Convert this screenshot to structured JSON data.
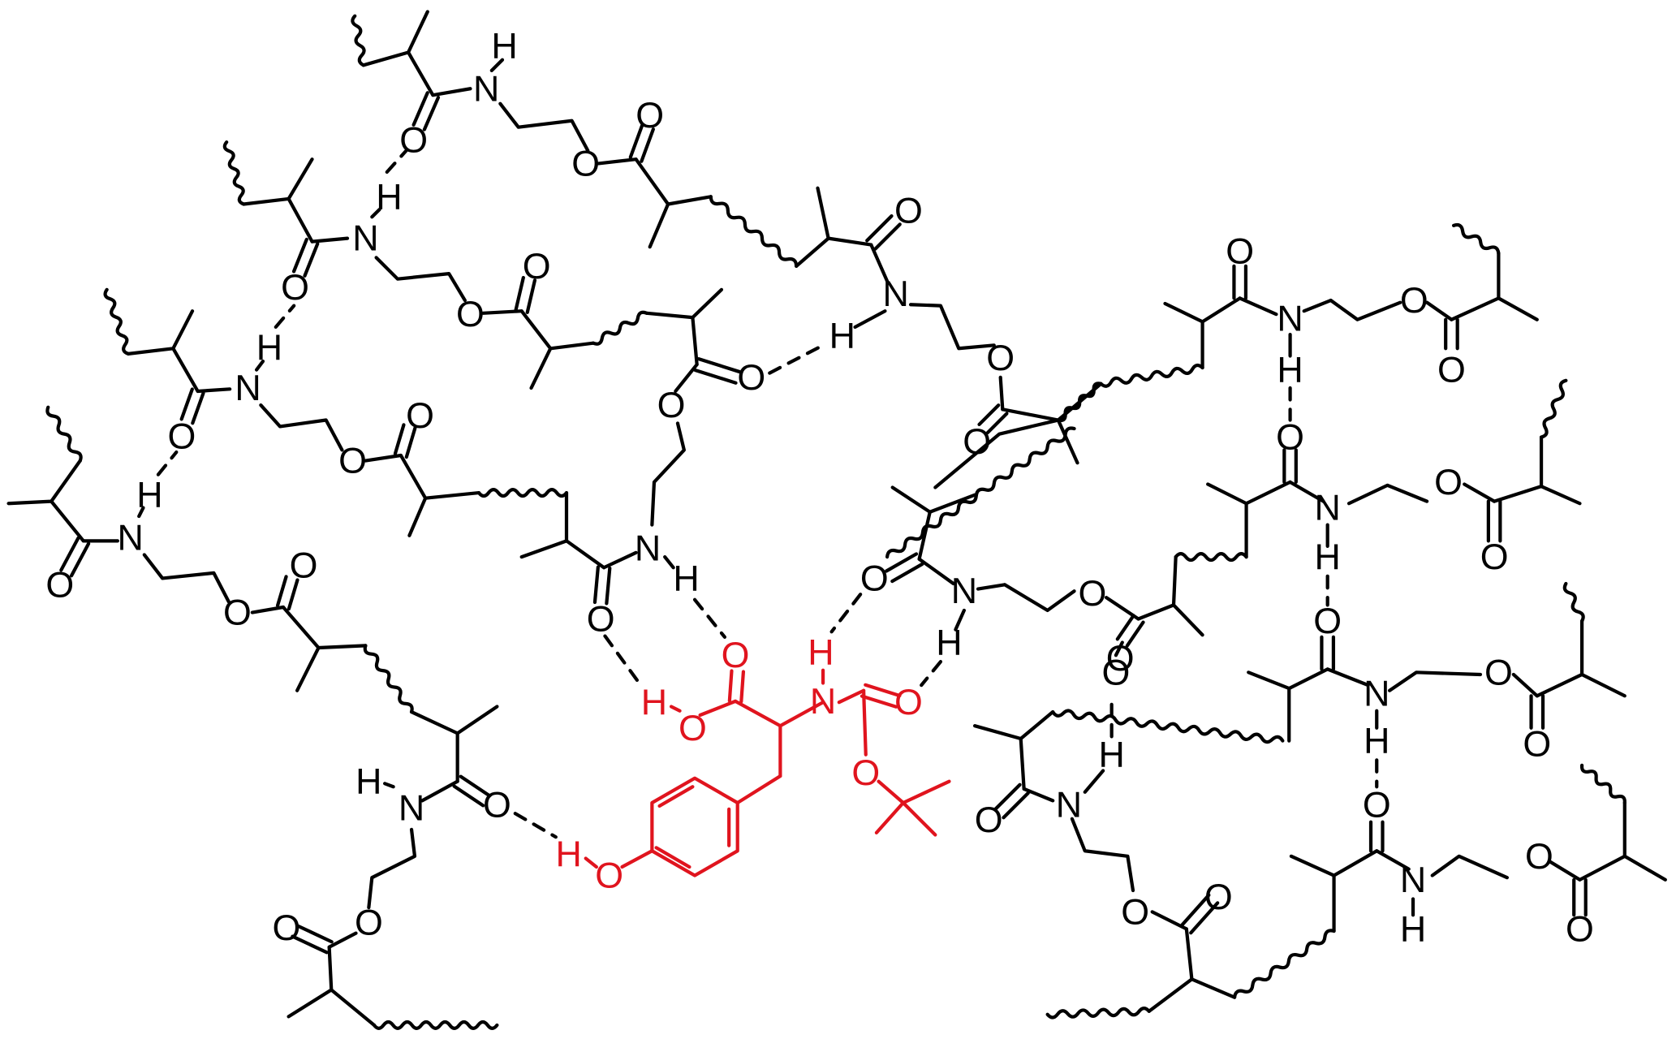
{
  "colors": {
    "network": "#000000",
    "guest": "#e0141e",
    "background": "#ffffff"
  },
  "guest_molecule": "Boc-Tyr-OH",
  "atoms": {
    "O": "O",
    "N": "N",
    "H": "H"
  }
}
